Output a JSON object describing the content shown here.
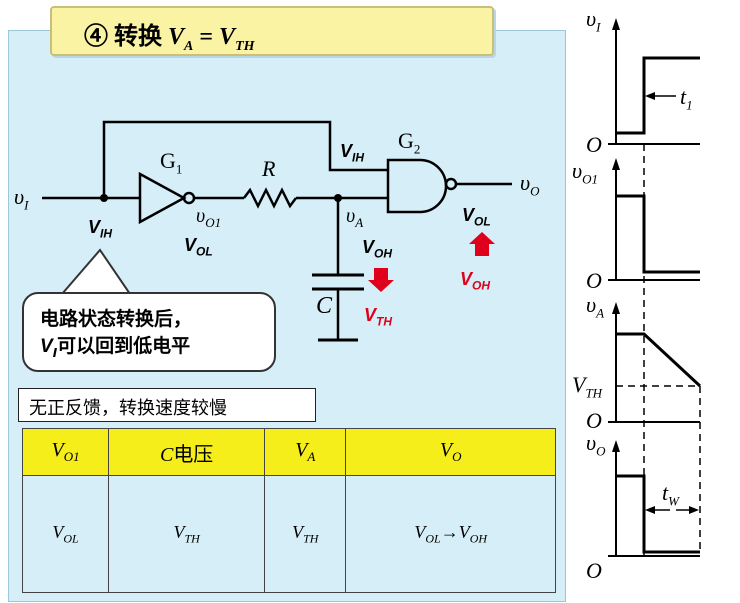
{
  "title": {
    "prefix": "④ 转换 ",
    "va_main": "V",
    "va_sub": "A",
    "eq": " = ",
    "vth_main": "V",
    "vth_sub": "TH"
  },
  "circuit": {
    "vI": "υ",
    "vI_sub": "I",
    "node_vIH_main": "V",
    "node_vIH_sub": "IH",
    "g1": "G",
    "g1_sub": "1",
    "vO1": "υ",
    "vO1_sub": "O1",
    "g1_out_main": "V",
    "g1_out_sub": "OL",
    "r_label": "R",
    "vA": "υ",
    "vA_sub": "A",
    "voh_main": "V",
    "voh_sub": "OH",
    "vth_main": "V",
    "vth_sub": "TH",
    "c_label": "C",
    "g2_in_main": "V",
    "g2_in_sub": "IH",
    "g2": "G",
    "g2_sub": "2",
    "g2_out_main": "V",
    "g2_out_sub": "OL",
    "g2_new_main": "V",
    "g2_new_sub": "OH",
    "vO": "υ",
    "vO_sub": "O"
  },
  "callout": {
    "line1": "电路状态转换后，",
    "line2_main": "V",
    "line2_sub": "I",
    "line2_rest": "可以回到低电平"
  },
  "note": "无正反馈，转换速度较慢",
  "table": {
    "headers": [
      {
        "main": "V",
        "sub": "O1",
        "rest": ""
      },
      {
        "main": "C",
        "sub": "",
        "rest": "电压"
      },
      {
        "main": "V",
        "sub": "A",
        "rest": ""
      },
      {
        "main": "V",
        "sub": "O",
        "rest": ""
      }
    ],
    "row": [
      {
        "main": "V",
        "sub": "OL",
        "rest": ""
      },
      {
        "main": "V",
        "sub": "TH",
        "rest": ""
      },
      {
        "main": "V",
        "sub": "TH",
        "rest": ""
      },
      {
        "main": "V",
        "sub": "OL",
        "rest": "→",
        "main2": "V",
        "sub2": "OH"
      }
    ]
  },
  "waveforms": {
    "vI": "υ",
    "vI_sub": "I",
    "t1": "t",
    "t1_sub": "1",
    "o1": "O",
    "vO1": "υ",
    "vO1_sub": "O1",
    "o2": "O",
    "vA": "υ",
    "vA_sub": "A",
    "vth_label": "V",
    "vth_sub": "TH",
    "o3": "O",
    "vO": "υ",
    "vO_sub": "O",
    "tw": "t",
    "tw_sub": "W",
    "o4": "O"
  },
  "colors": {
    "panel": "#d6eef8",
    "title_bg": "#fbf3a4",
    "table_header": "#f5ee1b",
    "arrow_red": "#e0001b"
  }
}
